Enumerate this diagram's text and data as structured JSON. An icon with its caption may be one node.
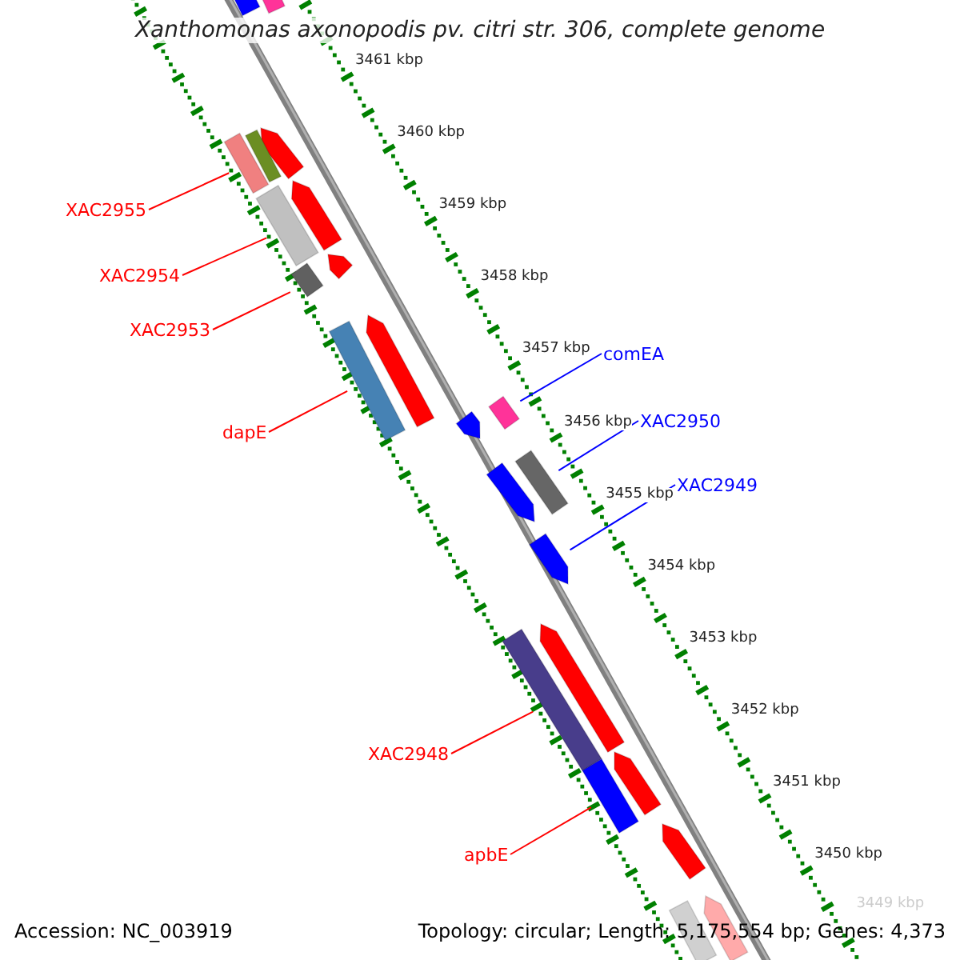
{
  "diagram": {
    "title": "Xanthomonas axonopodis pv. citri str. 306, complete genome",
    "nodes": [
      {
        "text": [
          "XAC2955"
        ]
      },
      {
        "text": [],
        "shape": "bar"
      },
      {
        "text": [
          "XAC2954"
        ]
      },
      {
        "text": [],
        "shape": "bar"
      },
      {
        "text": [
          "XAC2953"
        ]
      },
      {
        "text": [],
        "shape": "bar"
      },
      {
        "text": [
          "comEA"
        ]
      },
      {
        "text": [],
        "shape": "bar"
      },
      {
        "text": [
          "XAC2950"
        ]
      },
      {
        "text": [],
        "shape": "bar"
      },
      {
        "text": [
          "dapE"
        ]
      },
      {
        "text": [],
        "shape": "bar"
      },
      {
        "text": [
          "XAC2949"
        ]
      },
      {
        "text": [],
        "shape": "bar"
      },
      {
        "text": [
          "XAC2948"
        ]
      },
      {
        "text": [],
        "shape": "bar"
      },
      {
        "text": [
          "apbE"
        ]
      },
      {
        "text": [],
        "shape": "bar"
      },
      {
        "text": [],
        "shape": "bar"
      },
      {
        "text": [],
        "shape": "bar"
      },
      {
        "text": [],
        "shape": "bar"
      },
      {
        "text": [],
        "shape": "bar"
      },
      {
        "text": [],
        "shape": "bar"
      },
      {
        "text": [],
        "shape": "bar"
      },
      {
        "text": [],
        "shape": "bar"
      },
      {
        "text": [],
        "shape": "bar"
      },
      {
        "text": [],
        "shape": "bar"
      },
      {
        "text": [],
        "shape": "bar"
      },
      {
        "text": [],
        "shape": "bar"
      },
      {
        "text": [],
        "shape": "bar"
      },
      {
        "text": [],
        "shape": "bar"
      },
      {
        "text": [],
        "shape": "bar"
      }
    ],
    "edges": [
      {
        "from": 0,
        "to": 1,
        "arrow": "none"
      },
      {
        "from": 2,
        "to": 3,
        "arrow": "none"
      },
      {
        "from": 4,
        "to": 5,
        "arrow": "none"
      },
      {
        "from": 6,
        "to": 7,
        "arrow": "none",
        "color": "#0000ff"
      },
      {
        "from": 8,
        "to": 9,
        "arrow": "none",
        "color": "#0000ff"
      },
      {
        "from": 10,
        "to": 11,
        "arrow": "none"
      },
      {
        "from": 12,
        "to": 13,
        "arrow": "none",
        "color": "#0000ff"
      },
      {
        "from": 14,
        "to": 15,
        "arrow": "none"
      },
      {
        "from": 16,
        "to": 17,
        "arrow": "none"
      }
    ],
    "labels": [
      "3461 kbp",
      "3460 kbp",
      "3459 kbp",
      "3458 kbp",
      "3457 kbp",
      "3456 kbp",
      "3455 kbp",
      "3454 kbp",
      "3453 kbp",
      "3452 kbp",
      "3451 kbp",
      "3450 kbp",
      "3449 kbp",
      "Accession: NC_003919",
      "Topology: circular; Length: 5,175,554 bp; Genes: 4,373"
    ]
  }
}
